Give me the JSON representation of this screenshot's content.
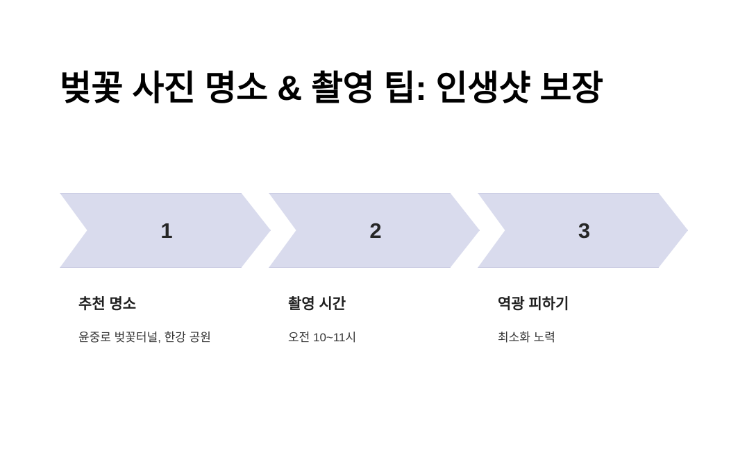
{
  "slide": {
    "background_color": "#ffffff",
    "title": "벚꽃 사진 명소 & 촬영 팁: 인생샷 보장"
  },
  "theme": {
    "chevron_fill": "#d9dbed",
    "chevron_border": "#c6c8e0",
    "number_color": "#262626",
    "title_color": "#000000",
    "step_title_color": "#1f1f1f",
    "step_desc_color": "#333333"
  },
  "process": {
    "steps": [
      {
        "number": "1",
        "title": "추천 명소",
        "description": "윤중로 벚꽃터널, 한강 공원"
      },
      {
        "number": "2",
        "title": "촬영 시간",
        "description": "오전 10~11시"
      },
      {
        "number": "3",
        "title": "역광 피하기",
        "description": "최소화 노력"
      }
    ]
  }
}
